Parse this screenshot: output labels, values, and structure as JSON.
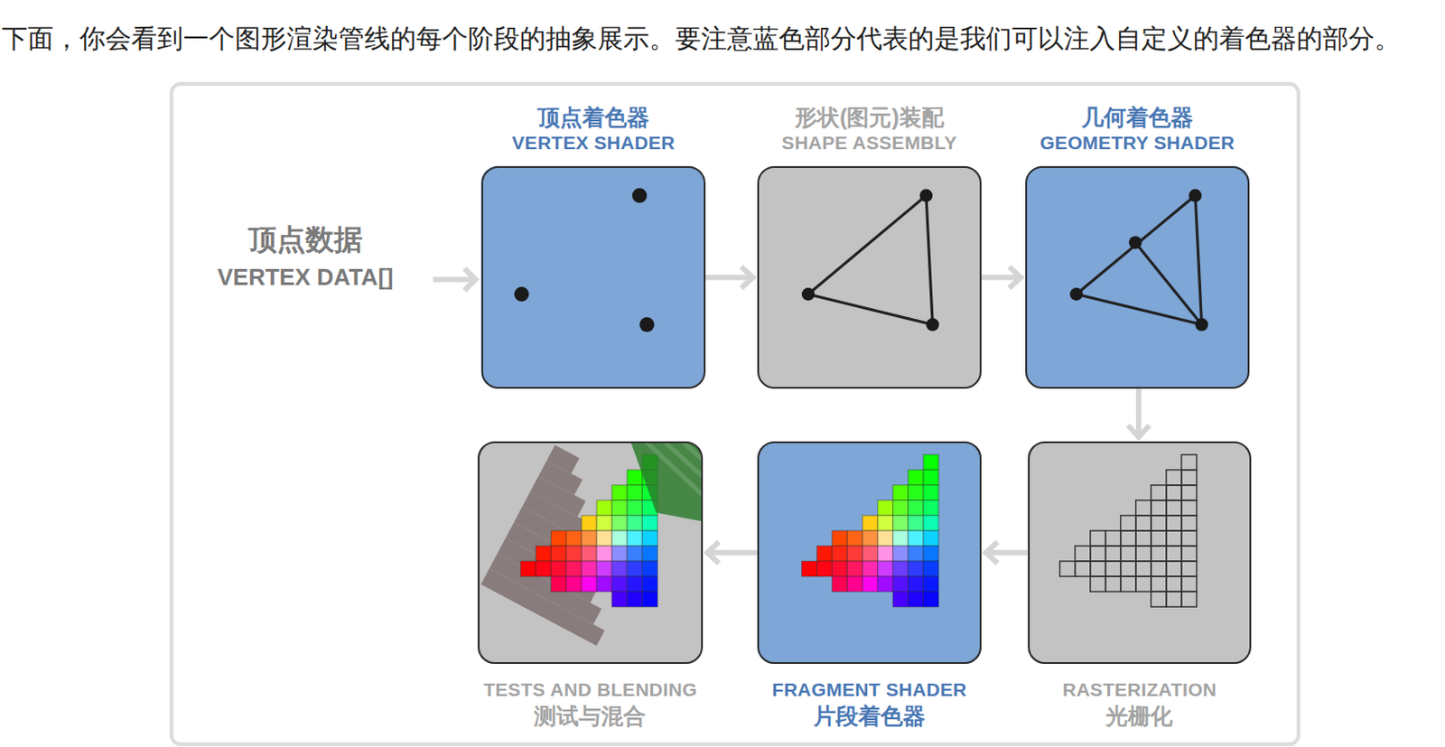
{
  "diagram": {
    "nodes": [
      {
        "text": [
          "顶点着色器",
          "VERTEX SHADER"
        ]
      },
      {
        "text": [
          "形状(图元)装配",
          "SHAPE ASSEMBLY"
        ]
      },
      {
        "text": [
          "几何着色器",
          "GEOMETRY SHADER"
        ]
      },
      {
        "text": [
          "TESTS AND BLENDING",
          "测试与混合"
        ]
      },
      {
        "text": [
          "FRAGMENT SHADER",
          "片段着色器"
        ]
      },
      {
        "text": [
          "RASTERIZATION",
          "光栅化"
        ]
      }
    ],
    "edges": [
      {
        "from": 0,
        "to": 1,
        "arrow": "to"
      },
      {
        "from": 1,
        "to": 2,
        "arrow": "to"
      },
      {
        "from": 2,
        "to": 5,
        "arrow": "to"
      },
      {
        "from": 5,
        "to": 4,
        "arrow": "to"
      },
      {
        "from": 4,
        "to": 3,
        "arrow": "to"
      }
    ],
    "labels": [
      "下面，你会看到一个图形渲染管线的每个阶段的抽象展示。要注意蓝色部分代表的是我们可以注入自定义的着色器的部分。",
      "顶点数据",
      "VERTEX DATA[]"
    ]
  }
}
